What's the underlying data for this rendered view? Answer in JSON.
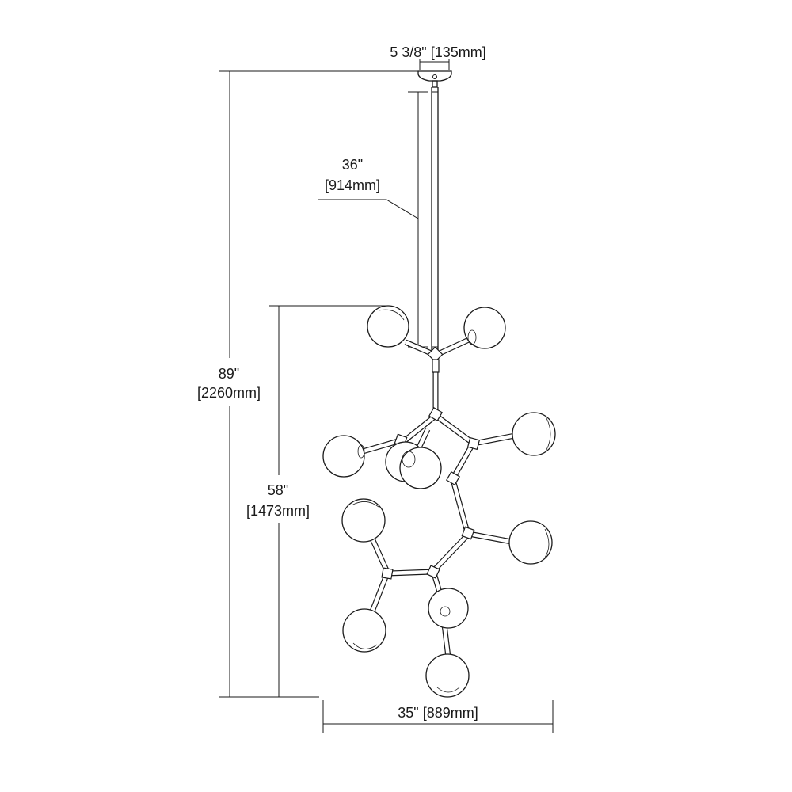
{
  "dimensions": {
    "canopy_width": "5 3/8\" [135mm]",
    "stem_length_in": "36\"",
    "stem_length_mm": "[914mm]",
    "overall_height_in": "89\"",
    "overall_height_mm": "[2260mm]",
    "fixture_height_in": "58\"",
    "fixture_height_mm": "[1473mm]",
    "fixture_width": "35\" [889mm]"
  }
}
